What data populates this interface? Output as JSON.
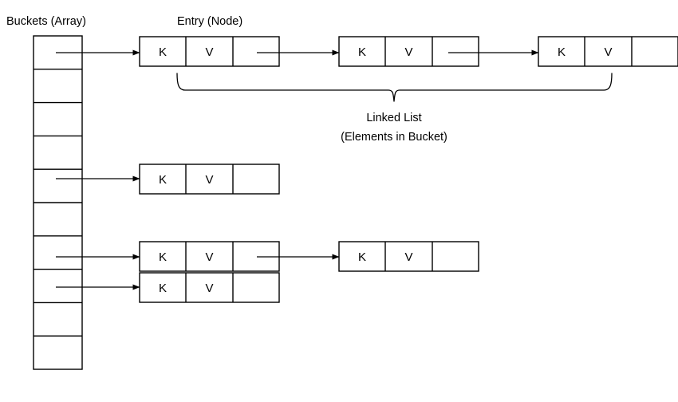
{
  "diagram": {
    "title_labels": {
      "buckets": "Buckets (Array)",
      "entry": "Entry (Node)",
      "linked_list_line1": "Linked List",
      "linked_list_line2": "(Elements in Bucket)"
    },
    "cell_labels": {
      "key": "K",
      "value": "V",
      "next": ""
    },
    "colors": {
      "stroke": "#000000",
      "fill": "#ffffff",
      "text": "#000000"
    },
    "bucket_array": {
      "count": 10,
      "cells": [
        {
          "index": 0,
          "has_pointer": true
        },
        {
          "index": 1,
          "has_pointer": false
        },
        {
          "index": 2,
          "has_pointer": false
        },
        {
          "index": 3,
          "has_pointer": false
        },
        {
          "index": 4,
          "has_pointer": true
        },
        {
          "index": 5,
          "has_pointer": false
        },
        {
          "index": 6,
          "has_pointer": true
        },
        {
          "index": 7,
          "has_pointer": true
        },
        {
          "index": 8,
          "has_pointer": false
        },
        {
          "index": 9,
          "has_pointer": false
        }
      ]
    },
    "chains": [
      {
        "bucket_index": 0,
        "nodes": [
          {
            "key": "K",
            "value": "V",
            "next": "pointer"
          },
          {
            "key": "K",
            "value": "V",
            "next": "pointer"
          },
          {
            "key": "K",
            "value": "V",
            "next": "null"
          }
        ]
      },
      {
        "bucket_index": 4,
        "nodes": [
          {
            "key": "K",
            "value": "V",
            "next": "null"
          }
        ]
      },
      {
        "bucket_index": 6,
        "nodes": [
          {
            "key": "K",
            "value": "V",
            "next": "pointer"
          },
          {
            "key": "K",
            "value": "V",
            "next": "null"
          }
        ]
      },
      {
        "bucket_index": 7,
        "nodes": [
          {
            "key": "K",
            "value": "V",
            "next": "null"
          }
        ]
      }
    ]
  }
}
